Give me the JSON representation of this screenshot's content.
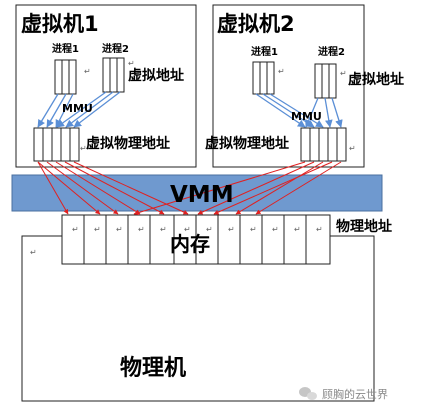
{
  "vm1": {
    "title": "虚拟机1",
    "process1": "进程1",
    "process2": "进程2",
    "virtual_address": "虚拟地址",
    "mmu": "MMU",
    "virtual_physical_address": "虚拟物理地址"
  },
  "vm2": {
    "title": "虚拟机2",
    "process1": "进程1",
    "process2": "进程2",
    "virtual_address": "虚拟地址",
    "mmu": "MMU",
    "virtual_physical_address": "虚拟物理地址"
  },
  "vmm": {
    "label": "VMM"
  },
  "memory": {
    "label": "内存",
    "physical_address": "物理地址"
  },
  "host": {
    "label": "物理机"
  },
  "watermark": {
    "icon": "wechat-icon",
    "text": "顾胸的云世界"
  },
  "colors": {
    "vmm_fill": "#6f99cf",
    "vmm_border": "#4a6f9f",
    "mmu_arrow": "#5b8fd6",
    "mapping_arrow": "#e02020",
    "box_border": "#222222"
  },
  "glyphs": {
    "return_mark": "↵"
  }
}
